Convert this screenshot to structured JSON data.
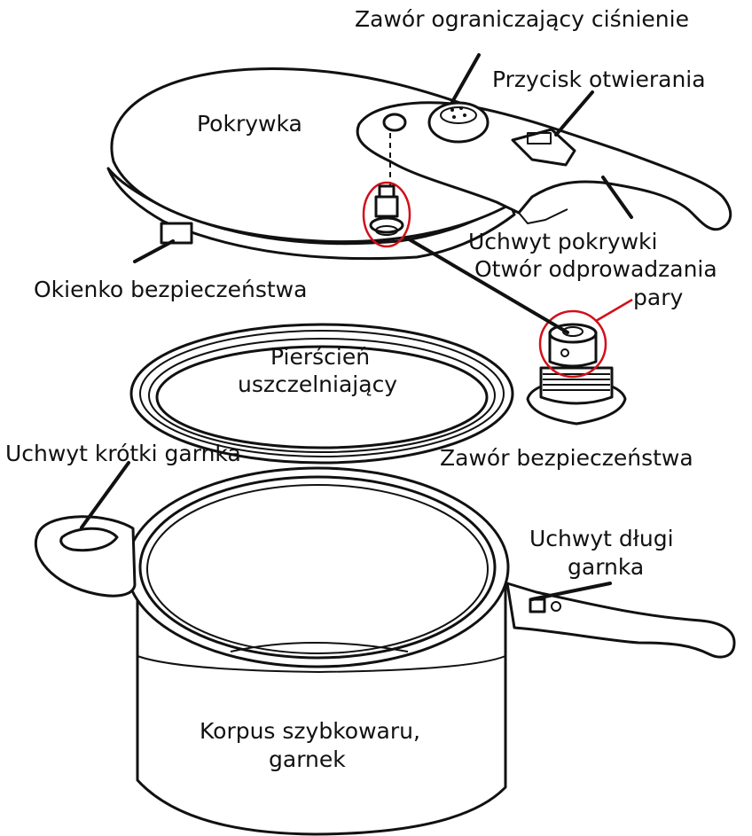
{
  "labels": {
    "pressure_valve": "Zawór ograniczający ciśnienie",
    "open_button": "Przycisk otwierania",
    "lid": "Pokrywka",
    "lid_handle": "Uchwyt pokrywki",
    "steam_vent_line1": "Otwór odprowadzania",
    "steam_vent_line2": "pary",
    "safety_window": "Okienko bezpieczeństwa",
    "seal_line1": "Pierścień",
    "seal_line2": "uszczelniający",
    "safety_valve": "Zawór bezpieczeństwa",
    "short_handle": "Uchwyt krótki garnka",
    "long_handle_line1": "Uchwyt długi",
    "long_handle_line2": "garnka",
    "body_line1": "Korpus szybkowaru,",
    "body_line2": "garnek"
  },
  "colors": {
    "outline": "#111111",
    "highlight": "#d0101a",
    "background": "#ffffff"
  }
}
